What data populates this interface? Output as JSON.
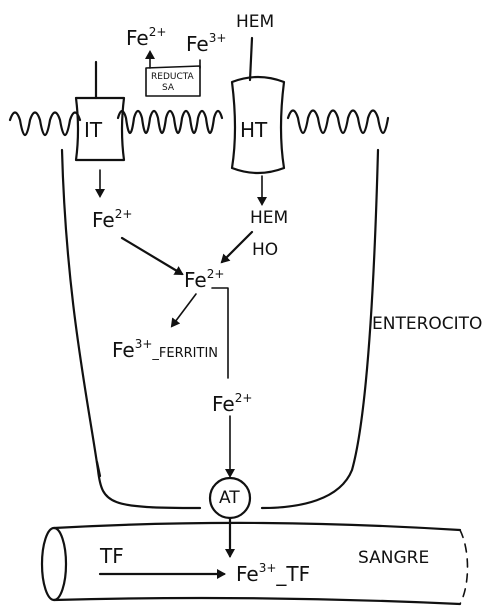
{
  "labels": {
    "fe2_top": "Fe",
    "fe2_top_sup": "2+",
    "fe3_top": "Fe",
    "fe3_top_sup": "3+",
    "hem_top": "HEM",
    "reductasa_1": "REDUCTA",
    "reductasa_2": "SA",
    "it": "IT",
    "ht": "HT",
    "fe2_left": "Fe",
    "fe2_left_sup": "2+",
    "hem_mid": "HEM",
    "ho": "HO",
    "fe2_center": "Fe",
    "fe2_center_sup": "2+",
    "fe3_ferritin": "Fe",
    "fe3_ferritin_sup": "3+",
    "ferritin_suffix": "_FERRITIN",
    "enterocito": "ENTEROCITO",
    "fe2_lower": "Fe",
    "fe2_lower_sup": "2+",
    "at": "AT",
    "tf": "TF",
    "fe3_tf": "Fe",
    "fe3_tf_sup": "3+",
    "fe3_tf_suffix": "_TF",
    "sangre": "SANGRE"
  }
}
